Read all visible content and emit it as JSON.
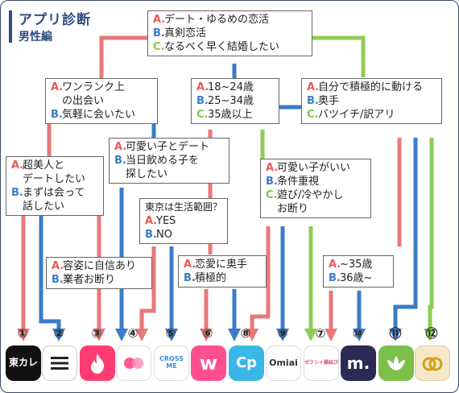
{
  "header": {
    "title": "アプリ診断",
    "subtitle": "男性編"
  },
  "colors": {
    "a": "#e85a5a",
    "b": "#3a7cc7",
    "c": "#7fc64a"
  },
  "boxes": {
    "root": [
      {
        "k": "A.",
        "t": "デート・ゆるめの恋活"
      },
      {
        "k": "B.",
        "t": "真剣恋活"
      },
      {
        "k": "C.",
        "t": "なるべく早く結婚したい"
      }
    ],
    "rank": [
      {
        "k": "A.",
        "t": "ワンランク上\nの出会い"
      },
      {
        "k": "B.",
        "t": "気軽に会いたい"
      }
    ],
    "age": [
      {
        "k": "A.",
        "t": "18~24歳"
      },
      {
        "k": "B.",
        "t": "25~34歳"
      },
      {
        "k": "C.",
        "t": "35歳以上"
      }
    ],
    "self": [
      {
        "k": "A.",
        "t": "自分で積極的に動ける"
      },
      {
        "k": "B.",
        "t": "奥手"
      },
      {
        "k": "C.",
        "t": "バツイチ/訳アリ"
      }
    ],
    "beauty": [
      {
        "k": "A.",
        "t": "超美人と\nデートしたい"
      },
      {
        "k": "B.",
        "t": "まずは会って\n話したい"
      }
    ],
    "cute": [
      {
        "k": "A.",
        "t": "可愛い子とデート"
      },
      {
        "k": "B.",
        "t": "当日飲める子を\n探したい"
      }
    ],
    "tokyo_q": "東京は生活範囲？",
    "tokyo": [
      {
        "k": "A.",
        "t": "YES"
      },
      {
        "k": "B.",
        "t": "NO"
      }
    ],
    "looks": [
      {
        "k": "A.",
        "t": "容姿に自信あり"
      },
      {
        "k": "B.",
        "t": "業者お断り"
      }
    ],
    "love": [
      {
        "k": "A.",
        "t": "恋愛に奥手"
      },
      {
        "k": "B.",
        "t": "積極的"
      }
    ],
    "cond": [
      {
        "k": "A.",
        "t": "可愛い子がいい"
      },
      {
        "k": "B.",
        "t": "条件重視"
      },
      {
        "k": "C.",
        "t": "遊び/冷やかし\nお断り"
      }
    ],
    "age2": [
      {
        "k": "A.",
        "t": "~35歳"
      },
      {
        "k": "B.",
        "t": "36歳~"
      }
    ]
  },
  "results": [
    {
      "num": "①",
      "icon": "tokyo-calendar-icon",
      "label": "東カレ"
    },
    {
      "num": "②",
      "icon": "hamburger-menu-icon",
      "label": ""
    },
    {
      "num": "③",
      "icon": "tinder-flame-icon",
      "label": ""
    },
    {
      "num": "④",
      "icon": "pairs-dots-icon",
      "label": ""
    },
    {
      "num": "⑤",
      "icon": "crossme-icon",
      "label": "CROSS ME"
    },
    {
      "num": "⑥",
      "icon": "with-icon",
      "label": "w"
    },
    {
      "num": "⑧",
      "icon": "cp-icon",
      "label": "Cp"
    },
    {
      "num": "⑨",
      "icon": "omiai-icon",
      "label": "Omiai"
    },
    {
      "num": "⑦",
      "icon": "zexy-ribbon-icon",
      "label": "ゼクシィ縁結び"
    },
    {
      "num": "⑩",
      "icon": "marrish-icon",
      "label": "m."
    },
    {
      "num": "⑪",
      "icon": "youbride-lotus-icon",
      "label": ""
    },
    {
      "num": "⑫",
      "icon": "rings-icon",
      "label": ""
    }
  ]
}
